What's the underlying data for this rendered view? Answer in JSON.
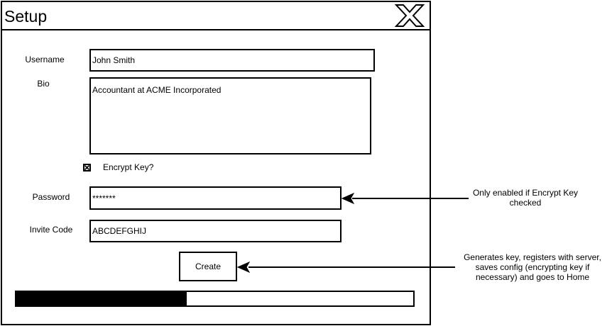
{
  "window": {
    "title": "Setup"
  },
  "form": {
    "username_label": "Username",
    "username_value": "John Smith",
    "bio_label": "Bio",
    "bio_value": "Accountant at ACME Incorporated",
    "encrypt_label": "Encrypt Key?",
    "encrypt_checked": true,
    "password_label": "Password",
    "password_value": "*******",
    "invite_label": "Invite Code",
    "invite_value": "ABCDEFGHIJ",
    "create_label": "Create"
  },
  "progress": {
    "fraction": 0.43
  },
  "annotations": {
    "password_note_line1": "Only enabled if Encrypt Key",
    "password_note_line2": "checked",
    "create_note_line1": "Generates key, registers with server,",
    "create_note_line2": "saves config (encrypting key if",
    "create_note_line3": "necessary) and goes to Home"
  },
  "icons": {
    "close": "close-x-icon",
    "checkbox": "checked-box-icon"
  }
}
